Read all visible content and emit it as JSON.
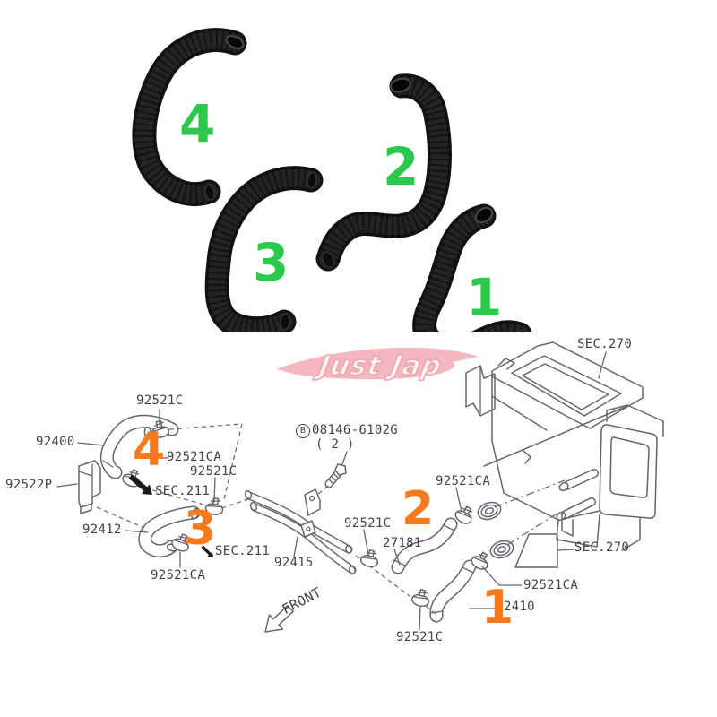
{
  "photo": {
    "hose_numbers": [
      "1",
      "2",
      "3",
      "4"
    ]
  },
  "watermark": {
    "text": "Just Jap"
  },
  "diagram": {
    "callouts": [
      "1",
      "2",
      "3",
      "4"
    ],
    "labels": {
      "clamp_top": "92521C",
      "hose_92400": "92400",
      "clamp_ca_hose4": "92521CA",
      "clamp_left_mid": "92521C",
      "sec211_upper": "SEC.211",
      "valve_92522p": "92522P",
      "hose_92412": "92412",
      "sec211_lower": "SEC.211",
      "clamp_ca_hose3": "92521CA",
      "pipe_92415": "92415",
      "bolt_prefix": "B",
      "bolt_number": "08146-6102G",
      "bolt_qty": "( 2 )",
      "clamp_center": "92521C",
      "hose_27181": "27181",
      "clamp_ca_upper_right": "92521CA",
      "sec270_top": "SEC.270",
      "sec270_side": "SEC.270",
      "clamp_ca_right": "92521CA",
      "hose_92410": "2410",
      "clamp_bottom": "92521C",
      "front": "FRONT"
    },
    "colors": {
      "callout_green": "#2bc84b",
      "callout_orange": "#f5791d",
      "line_gray": "#63666c",
      "label_gray": "#3f434a",
      "watermark_pink": "#f2abb4"
    }
  }
}
